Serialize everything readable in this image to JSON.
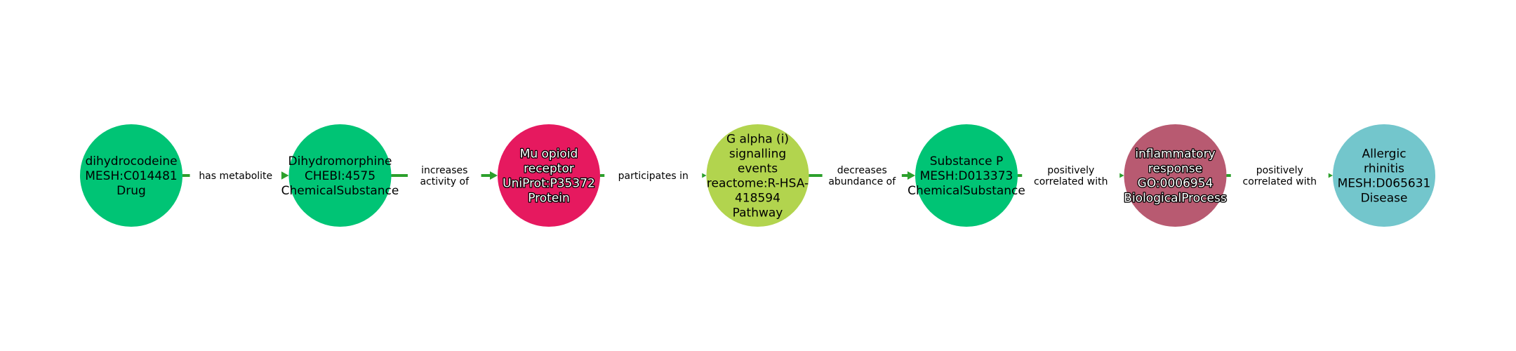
{
  "graph": {
    "type": "knowledge-graph-path",
    "edge_color": "#2ca02c",
    "nodes": [
      {
        "id": "MESH:C014481",
        "lines": [
          "dihydrocodeine",
          "MESH:C014481",
          "Drug"
        ],
        "name": "dihydrocodeine",
        "category": "Drug",
        "color": "#00c475",
        "text_style": "dark"
      },
      {
        "id": "CHEBI:4575",
        "lines": [
          "Dihydromorphine",
          "CHEBI:4575",
          "ChemicalSubstance"
        ],
        "name": "Dihydromorphine",
        "category": "ChemicalSubstance",
        "color": "#00c475",
        "text_style": "dark"
      },
      {
        "id": "UniProt:P35372",
        "lines": [
          "Mu opioid",
          "receptor",
          "UniProt:P35372",
          "Protein"
        ],
        "name": "Mu opioid receptor",
        "category": "Protein",
        "color": "#e6195f",
        "text_style": "outlined"
      },
      {
        "id": "reactome:R-HSA-418594",
        "lines": [
          "G alpha (i)",
          "signalling",
          "events",
          "reactome:R-HSA-",
          "418594",
          "Pathway"
        ],
        "name": "G alpha (i) signalling events",
        "category": "Pathway",
        "color": "#b2d44e",
        "text_style": "dark"
      },
      {
        "id": "MESH:D013373",
        "lines": [
          "Substance P",
          "MESH:D013373",
          "ChemicalSubstance"
        ],
        "name": "Substance P",
        "category": "ChemicalSubstance",
        "color": "#00c475",
        "text_style": "dark"
      },
      {
        "id": "GO:0006954",
        "lines": [
          "inflammatory",
          "response",
          "GO:0006954",
          "BiologicalProcess"
        ],
        "name": "inflammatory response",
        "category": "BiologicalProcess",
        "color": "#b85a71",
        "text_style": "outlined"
      },
      {
        "id": "MESH:D065631",
        "lines": [
          "Allergic",
          "rhinitis",
          "MESH:D065631",
          "Disease"
        ],
        "name": "Allergic rhinitis",
        "category": "Disease",
        "color": "#73c6cc",
        "text_style": "dark"
      }
    ],
    "edges": [
      {
        "source": 0,
        "target": 1,
        "lines": [
          "has metabolite"
        ]
      },
      {
        "source": 1,
        "target": 2,
        "lines": [
          "increases",
          "activity of"
        ]
      },
      {
        "source": 2,
        "target": 3,
        "lines": [
          "participates in"
        ]
      },
      {
        "source": 3,
        "target": 4,
        "lines": [
          "decreases",
          "abundance of"
        ]
      },
      {
        "source": 4,
        "target": 5,
        "lines": [
          "positively",
          "correlated with"
        ]
      },
      {
        "source": 5,
        "target": 6,
        "lines": [
          "positively",
          "correlated with"
        ]
      }
    ]
  }
}
